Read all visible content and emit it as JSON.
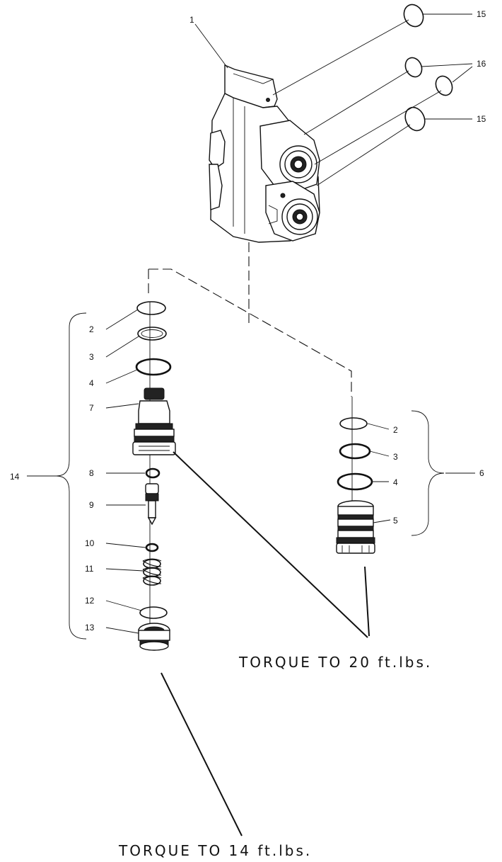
{
  "callouts": {
    "c1": "1",
    "c15a": "15",
    "c16": "16",
    "c15b": "15",
    "c14": "14",
    "c2L": "2",
    "c3L": "3",
    "c4L": "4",
    "c7": "7",
    "c8": "8",
    "c9": "9",
    "c10": "10",
    "c11": "11",
    "c12": "12",
    "c13": "13",
    "c2R": "2",
    "c3R": "3",
    "c4R": "4",
    "c5": "5",
    "c6": "6"
  },
  "torque": {
    "upper": "TORQUE TO 20 ft.lbs.",
    "lower": "TORQUE TO 14 ft.lbs."
  }
}
